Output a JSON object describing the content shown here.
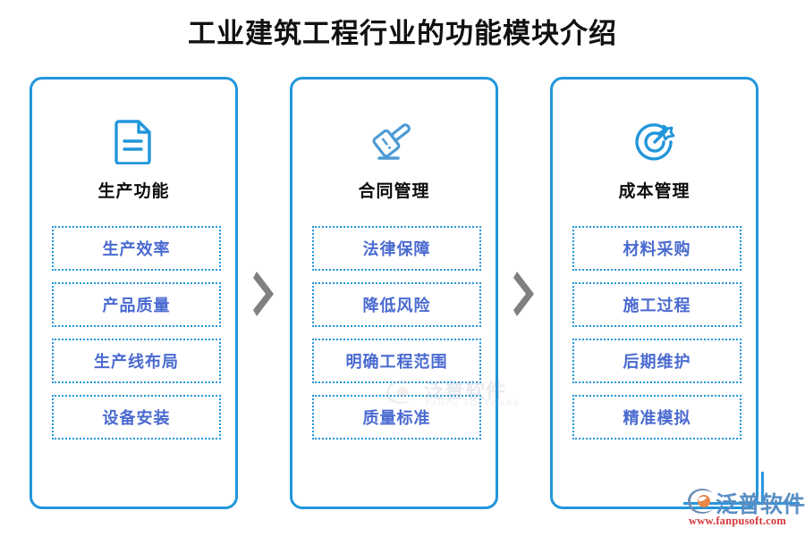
{
  "title": "工业建筑工程行业的功能模块介绍",
  "colors": {
    "card_border": "#2196db",
    "item_border": "#2196db",
    "item_text": "#4a6ad0",
    "heading_text": "#0d0d0d",
    "icon": "#2196db",
    "chevron": "#808080",
    "logo_text": "#5a8fc4",
    "logo_url": "#d4353b",
    "logo_rule": "#2b96dd"
  },
  "columns": [
    {
      "icon": "document-icon",
      "heading": "生产功能",
      "items": [
        "生产效率",
        "产品质量",
        "生产线布局",
        "设备安装"
      ]
    },
    {
      "icon": "gavel-icon",
      "heading": "合同管理",
      "items": [
        "法律保障",
        "降低风险",
        "明确工程范围",
        "质量标准"
      ]
    },
    {
      "icon": "target-arrow-icon",
      "heading": "成本管理",
      "items": [
        "材料采购",
        "施工过程",
        "后期维护",
        "精准模拟"
      ]
    }
  ],
  "arrows": [
    "chevron-right-icon",
    "chevron-right-icon"
  ],
  "watermark": {
    "text": "泛普软件",
    "sub": "FANPU SOFTWARE"
  },
  "logo": {
    "text": "泛普软件",
    "url": "www.fanpusoft.com"
  }
}
